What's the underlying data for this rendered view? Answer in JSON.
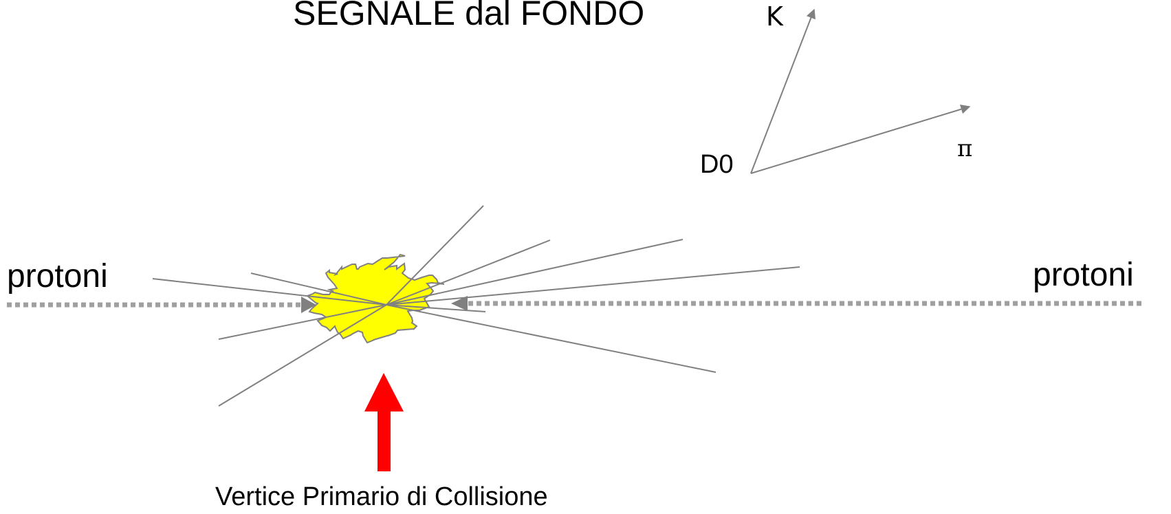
{
  "title": "SEGNALE dal FONDO",
  "decay": {
    "parent_label": "D0",
    "kaon_label": "K",
    "pion_label": "π"
  },
  "beams": {
    "left_label": "protoni",
    "right_label": "protoni"
  },
  "vertex": {
    "caption": "Vertice Primario di Collisione"
  },
  "colors": {
    "tracks": "#808080",
    "beam": "#a0a0a0",
    "burst_fill": "#ffff00",
    "burst_stroke": "#808080",
    "pointer_arrow": "#ff0000"
  }
}
